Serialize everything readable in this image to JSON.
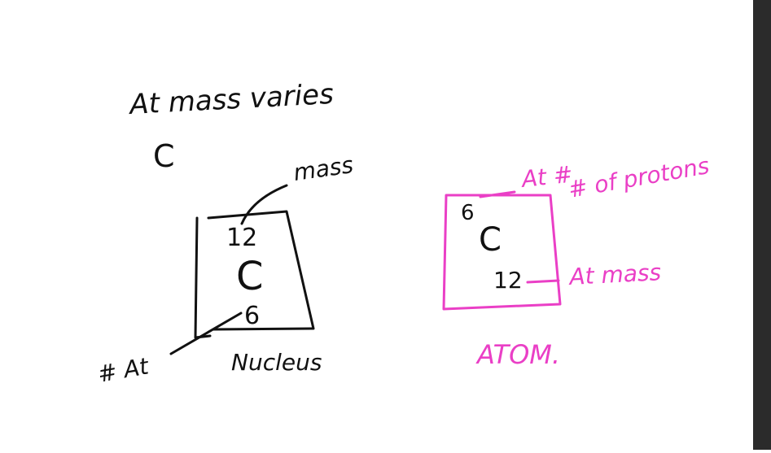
{
  "colors": {
    "ink_black": "#111111",
    "ink_pink": "#ea3fc6",
    "scrollbar": "#2b2b2b",
    "background": "#ffffff"
  },
  "notes": {
    "heading": "At mass varies",
    "element_symbol": "C",
    "left_box": {
      "mass_number": "12",
      "symbol": "C",
      "atomic_number": "6",
      "mass_label": "mass",
      "atomic_label": "# At",
      "box_label": "Nucleus"
    },
    "right_box": {
      "atomic_number": "6",
      "symbol": "C",
      "mass_number": "12",
      "atomic_label_line1": "At #",
      "atomic_label_line2": "# of protons",
      "mass_label": "At mass",
      "box_label": "ATOM."
    }
  }
}
